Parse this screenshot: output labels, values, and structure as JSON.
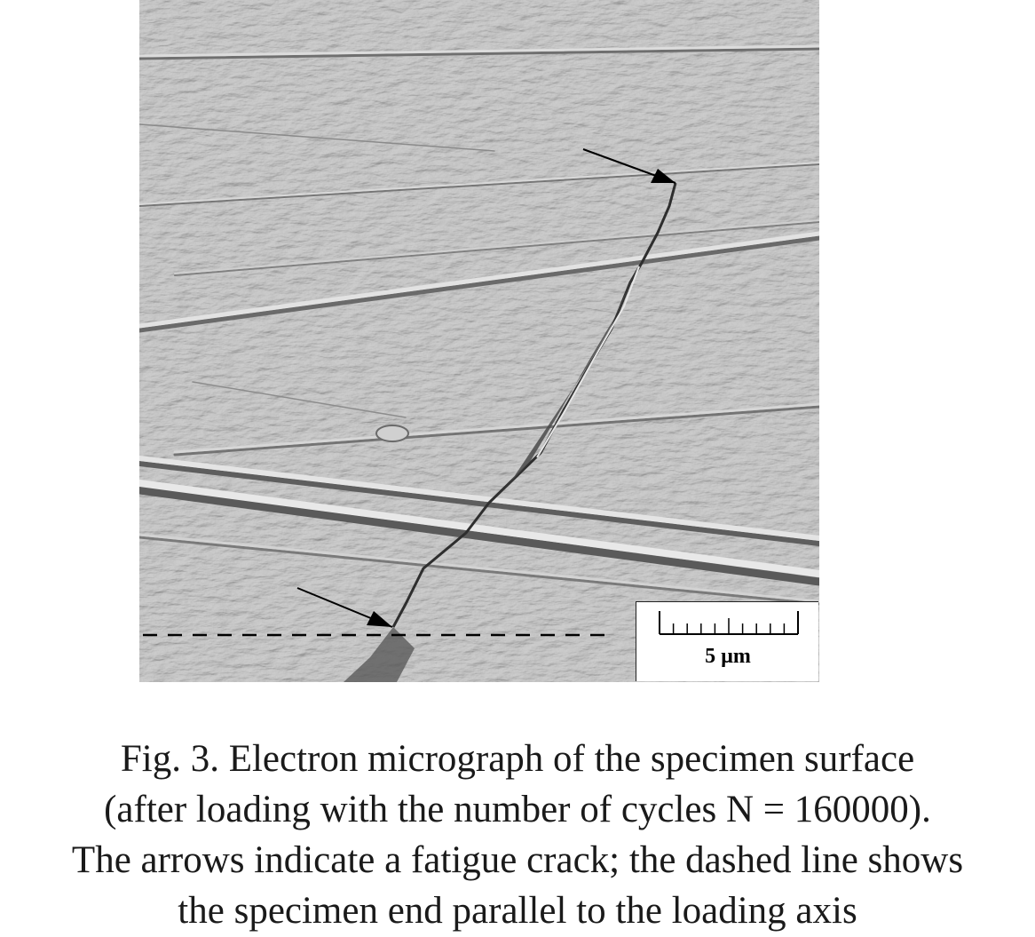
{
  "figure": {
    "scale_bar": {
      "label": "5 µm",
      "minor_ticks": 10
    },
    "caption_lines": [
      "Fig. 3. Electron micrograph of the specimen surface",
      "(after loading with the number of cycles N = 160000).",
      "The arrows indicate a fatigue crack; the dashed line shows",
      "the specimen end parallel to the loading axis"
    ],
    "colors": {
      "surface": "#a8a8a8",
      "arrow": "#000000"
    }
  }
}
